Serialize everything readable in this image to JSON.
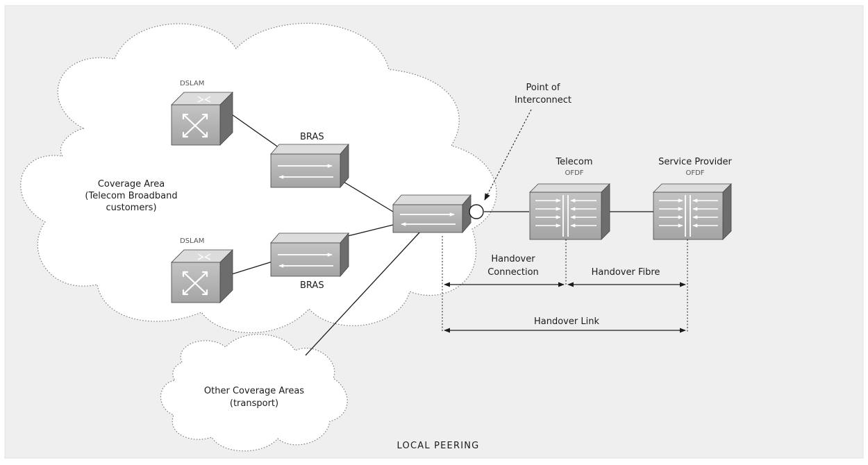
{
  "diagram": {
    "caption": "LOCAL PEERING",
    "nodes": {
      "dslam_top": {
        "label": "DSLAM"
      },
      "dslam_bottom": {
        "label": "DSLAM"
      },
      "bras_top": {
        "label": "BRAS"
      },
      "bras_bottom": {
        "label": "BRAS"
      },
      "telecom_ofdf": {
        "label": "Telecom",
        "sublabel": "OFDF"
      },
      "sp_ofdf": {
        "label": "Service Provider",
        "sublabel": "OFDF"
      }
    },
    "coverage_area": {
      "line1": "Coverage Area",
      "line2": "(Telecom Broadband",
      "line3": "customers)"
    },
    "other_coverage": {
      "line1": "Other Coverage Areas",
      "line2": "(transport)"
    },
    "poi": {
      "line1": "Point of",
      "line2": "Interconnect"
    },
    "dimensions": {
      "handover_connection_1": "Handover",
      "handover_connection_2": "Connection",
      "handover_fibre": "Handover Fibre",
      "handover_link": "Handover Link"
    }
  },
  "colors": {
    "page_bg": "#efefef",
    "cloud_fill": "#ffffff",
    "device_face": "#b5b5b5",
    "device_top": "#dcdcdc",
    "device_side": "#6d6d6d",
    "line": "#1b1b1b"
  }
}
